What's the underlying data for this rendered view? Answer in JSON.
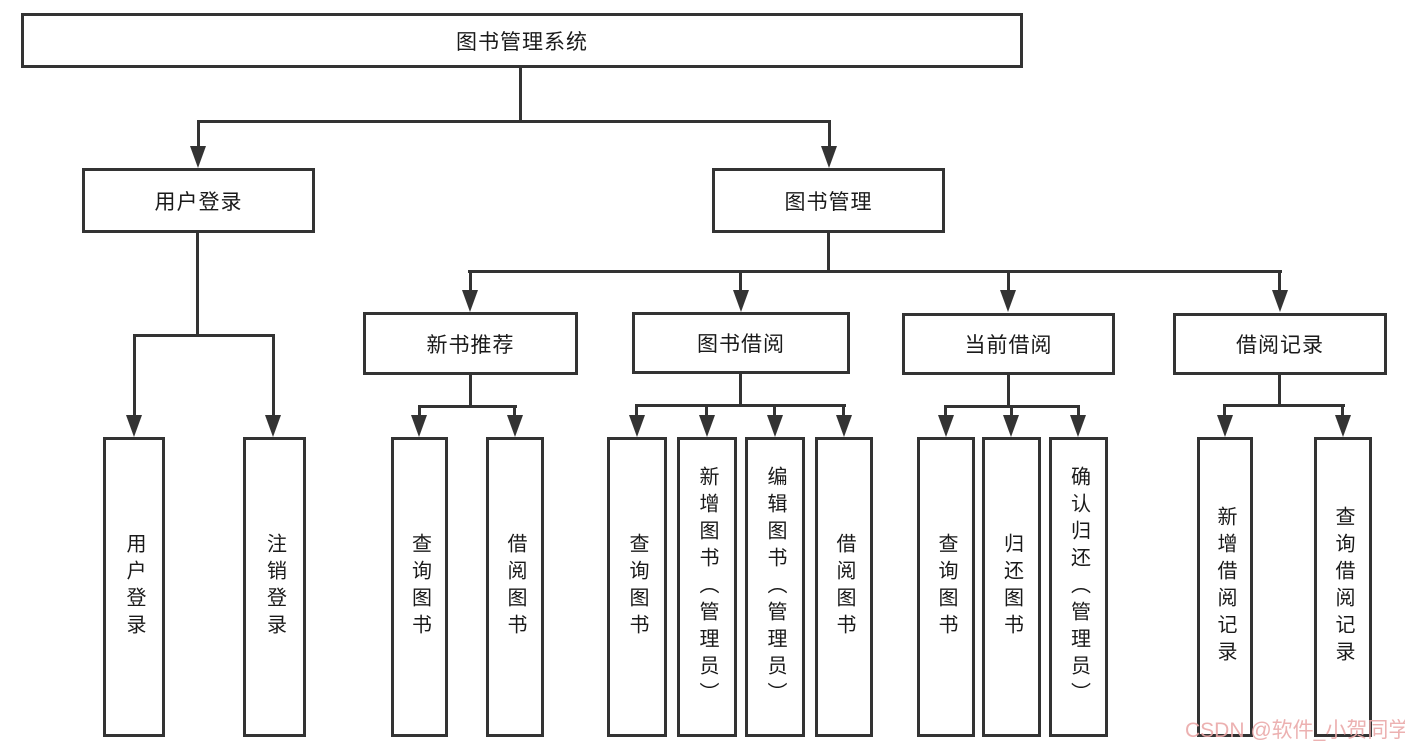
{
  "title": "图书管理系统",
  "colors": {
    "line": "#333333",
    "text": "#1a1a1a",
    "background": "#ffffff",
    "watermark": "#eba9a9"
  },
  "watermark": {
    "text": "CSDN @软件_小贺同学"
  },
  "nodes": {
    "root": "图书管理系统",
    "user_login": "用户登录",
    "book_mgmt": "图书管理",
    "new_book": "新书推荐",
    "book_borrow": "图书借阅",
    "current_borrow": "当前借阅",
    "borrow_records": "借阅记录",
    "leaves": {
      "user_login": [
        "用户登录",
        "注销登录"
      ],
      "new_book": [
        "查询图书",
        "借阅图书"
      ],
      "book_borrow": [
        "查询图书",
        "新增图书（管理员）",
        "编辑图书（管理员）",
        "借阅图书"
      ],
      "current_borrow": [
        "查询图书",
        "归还图书",
        "确认归还（管理员）"
      ],
      "borrow_records": [
        "新增借阅记录",
        "查询借阅记录"
      ]
    }
  }
}
